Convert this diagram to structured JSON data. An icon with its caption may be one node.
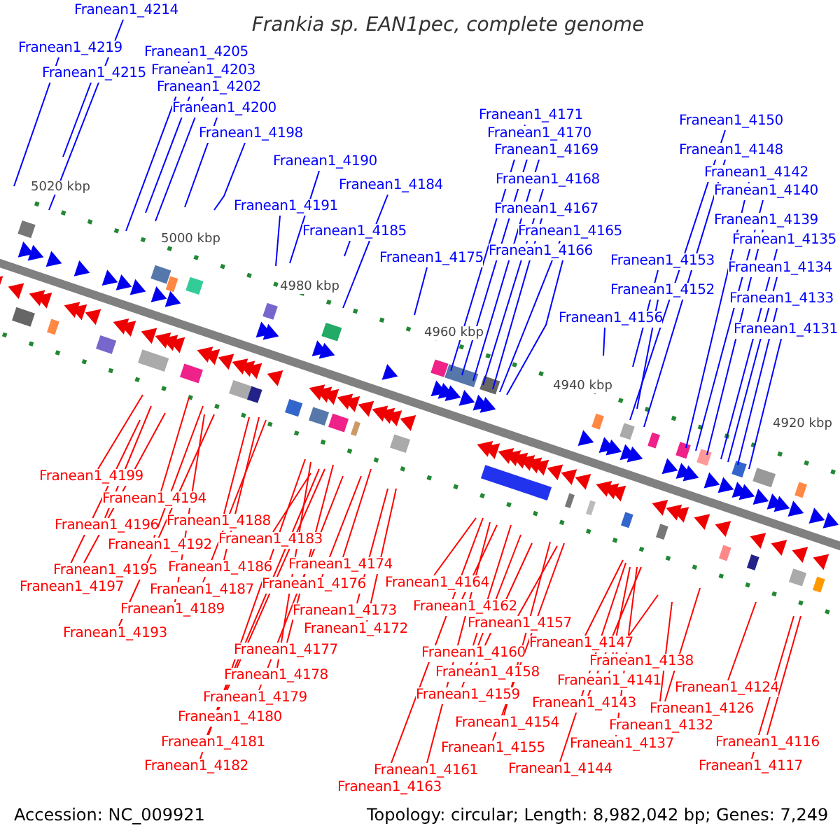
{
  "diagram": {
    "title": "Frankia sp. EAN1pec, complete genome",
    "nodes": [
      {
        "text": [
          "Franean1_4214"
        ]
      },
      {
        "text": [
          "Franean1_4219"
        ]
      },
      {
        "text": [
          "Franean1_4215"
        ]
      },
      {
        "text": [
          "Franean1_4205"
        ]
      },
      {
        "text": [
          "Franean1_4203"
        ]
      },
      {
        "text": [
          "Franean1_4202"
        ]
      },
      {
        "text": [
          "Franean1_4200"
        ]
      },
      {
        "text": [
          "Franean1_4198"
        ]
      },
      {
        "text": [
          "Franean1_4190"
        ]
      },
      {
        "text": [
          "Franean1_4191"
        ]
      },
      {
        "text": [
          "Franean1_4184"
        ]
      },
      {
        "text": [
          "Franean1_4185"
        ]
      },
      {
        "text": [
          "Franean1_4175"
        ]
      },
      {
        "text": [
          "Franean1_4171"
        ]
      },
      {
        "text": [
          "Franean1_4170"
        ]
      },
      {
        "text": [
          "Franean1_4169"
        ]
      },
      {
        "text": [
          "Franean1_4168"
        ]
      },
      {
        "text": [
          "Franean1_4167"
        ]
      },
      {
        "text": [
          "Franean1_4165"
        ]
      },
      {
        "text": [
          "Franean1_4166"
        ]
      },
      {
        "text": [
          "Franean1_4153"
        ]
      },
      {
        "text": [
          "Franean1_4152"
        ]
      },
      {
        "text": [
          "Franean1_4156"
        ]
      },
      {
        "text": [
          "Franean1_4150"
        ]
      },
      {
        "text": [
          "Franean1_4148"
        ]
      },
      {
        "text": [
          "Franean1_4142"
        ]
      },
      {
        "text": [
          "Franean1_4140"
        ]
      },
      {
        "text": [
          "Franean1_4139"
        ]
      },
      {
        "text": [
          "Franean1_4135"
        ]
      },
      {
        "text": [
          "Franean1_4134"
        ]
      },
      {
        "text": [
          "Franean1_4133"
        ]
      },
      {
        "text": [
          "Franean1_4131"
        ]
      },
      {
        "text": [
          "Franean1_4199"
        ]
      },
      {
        "text": [
          "Franean1_4194"
        ]
      },
      {
        "text": [
          "Franean1_4196"
        ]
      },
      {
        "text": [
          "Franean1_4192"
        ]
      },
      {
        "text": [
          "Franean1_4188"
        ]
      },
      {
        "text": [
          "Franean1_4183"
        ]
      },
      {
        "text": [
          "Franean1_4195"
        ]
      },
      {
        "text": [
          "Franean1_4186"
        ]
      },
      {
        "text": [
          "Franean1_4197"
        ]
      },
      {
        "text": [
          "Franean1_4187"
        ]
      },
      {
        "text": [
          "Franean1_4174"
        ]
      },
      {
        "text": [
          "Franean1_4176"
        ]
      },
      {
        "text": [
          "Franean1_4189"
        ]
      },
      {
        "text": [
          "Franean1_4193"
        ]
      },
      {
        "text": [
          "Franean1_4173"
        ]
      },
      {
        "text": [
          "Franean1_4172"
        ]
      },
      {
        "text": [
          "Franean1_4177"
        ]
      },
      {
        "text": [
          "Franean1_4178"
        ]
      },
      {
        "text": [
          "Franean1_4179"
        ]
      },
      {
        "text": [
          "Franean1_4180"
        ]
      },
      {
        "text": [
          "Franean1_4181"
        ]
      },
      {
        "text": [
          "Franean1_4182"
        ]
      },
      {
        "text": [
          "Franean1_4164"
        ]
      },
      {
        "text": [
          "Franean1_4162"
        ]
      },
      {
        "text": [
          "Franean1_4157"
        ]
      },
      {
        "text": [
          "Franean1_4160"
        ]
      },
      {
        "text": [
          "Franean1_4147"
        ]
      },
      {
        "text": [
          "Franean1_4158"
        ]
      },
      {
        "text": [
          "Franean1_4138"
        ]
      },
      {
        "text": [
          "Franean1_4159"
        ]
      },
      {
        "text": [
          "Franean1_4141"
        ]
      },
      {
        "text": [
          "Franean1_4143"
        ]
      },
      {
        "text": [
          "Franean1_4154"
        ]
      },
      {
        "text": [
          "Franean1_4132"
        ]
      },
      {
        "text": [
          "Franean1_4126"
        ]
      },
      {
        "text": [
          "Franean1_4124"
        ]
      },
      {
        "text": [
          "Franean1_4155"
        ]
      },
      {
        "text": [
          "Franean1_4137"
        ]
      },
      {
        "text": [
          "Franean1_4116"
        ]
      },
      {
        "text": [
          "Franean1_4161"
        ]
      },
      {
        "text": [
          "Franean1_4144"
        ]
      },
      {
        "text": [
          "Franean1_4117"
        ]
      },
      {
        "text": [
          "Franean1_4163"
        ]
      }
    ],
    "edges": [
      {
        "from": 0,
        "to": null,
        "arrow": "none",
        "color": "#0000ff"
      },
      {
        "from": 1,
        "to": null,
        "arrow": "none",
        "color": "#0000ff"
      },
      {
        "from": 2,
        "to": null,
        "arrow": "none",
        "color": "#0000ff"
      },
      {
        "from": 3,
        "to": null,
        "arrow": "none",
        "color": "#0000ff"
      },
      {
        "from": 4,
        "to": null,
        "arrow": "none",
        "color": "#0000ff"
      },
      {
        "from": 5,
        "to": null,
        "arrow": "none",
        "color": "#0000ff"
      },
      {
        "from": 6,
        "to": null,
        "arrow": "none",
        "color": "#0000ff"
      },
      {
        "from": 7,
        "to": null,
        "arrow": "none",
        "color": "#0000ff"
      },
      {
        "from": 8,
        "to": null,
        "arrow": "none",
        "color": "#0000ff"
      },
      {
        "from": 9,
        "to": null,
        "arrow": "none",
        "color": "#0000ff"
      },
      {
        "from": 10,
        "to": null,
        "arrow": "none",
        "color": "#0000ff"
      },
      {
        "from": 11,
        "to": null,
        "arrow": "none",
        "color": "#0000ff"
      },
      {
        "from": 12,
        "to": null,
        "arrow": "none",
        "color": "#0000ff"
      },
      {
        "from": 13,
        "to": null,
        "arrow": "none",
        "color": "#0000ff"
      },
      {
        "from": 14,
        "to": null,
        "arrow": "none",
        "color": "#0000ff"
      },
      {
        "from": 15,
        "to": null,
        "arrow": "none",
        "color": "#0000ff"
      },
      {
        "from": 16,
        "to": null,
        "arrow": "none",
        "color": "#0000ff"
      },
      {
        "from": 17,
        "to": null,
        "arrow": "none",
        "color": "#0000ff"
      },
      {
        "from": 18,
        "to": null,
        "arrow": "none",
        "color": "#0000ff"
      },
      {
        "from": 19,
        "to": null,
        "arrow": "none",
        "color": "#0000ff"
      },
      {
        "from": 20,
        "to": null,
        "arrow": "none",
        "color": "#0000ff"
      },
      {
        "from": 21,
        "to": null,
        "arrow": "none",
        "color": "#0000ff"
      },
      {
        "from": 22,
        "to": null,
        "arrow": "none",
        "color": "#0000ff"
      },
      {
        "from": 23,
        "to": null,
        "arrow": "none",
        "color": "#0000ff"
      },
      {
        "from": 24,
        "to": null,
        "arrow": "none",
        "color": "#0000ff"
      },
      {
        "from": 25,
        "to": null,
        "arrow": "none",
        "color": "#0000ff"
      },
      {
        "from": 26,
        "to": null,
        "arrow": "none",
        "color": "#0000ff"
      },
      {
        "from": 27,
        "to": null,
        "arrow": "none",
        "color": "#0000ff"
      },
      {
        "from": 28,
        "to": null,
        "arrow": "none",
        "color": "#0000ff"
      },
      {
        "from": 29,
        "to": null,
        "arrow": "none",
        "color": "#0000ff"
      },
      {
        "from": 30,
        "to": null,
        "arrow": "none",
        "color": "#0000ff"
      },
      {
        "from": 31,
        "to": null,
        "arrow": "none",
        "color": "#0000ff"
      },
      {
        "from": 32,
        "to": null,
        "arrow": "none"
      },
      {
        "from": 33,
        "to": null,
        "arrow": "none"
      },
      {
        "from": 34,
        "to": null,
        "arrow": "none"
      },
      {
        "from": 35,
        "to": null,
        "arrow": "none"
      },
      {
        "from": 36,
        "to": null,
        "arrow": "none"
      },
      {
        "from": 37,
        "to": null,
        "arrow": "none"
      },
      {
        "from": 38,
        "to": null,
        "arrow": "none"
      },
      {
        "from": 39,
        "to": null,
        "arrow": "none"
      },
      {
        "from": 40,
        "to": null,
        "arrow": "none"
      },
      {
        "from": 41,
        "to": null,
        "arrow": "none"
      },
      {
        "from": 42,
        "to": null,
        "arrow": "none"
      },
      {
        "from": 43,
        "to": null,
        "arrow": "none"
      },
      {
        "from": 44,
        "to": null,
        "arrow": "none"
      },
      {
        "from": 45,
        "to": null,
        "arrow": "none"
      },
      {
        "from": 46,
        "to": null,
        "arrow": "none"
      },
      {
        "from": 47,
        "to": null,
        "arrow": "none"
      },
      {
        "from": 48,
        "to": null,
        "arrow": "none"
      },
      {
        "from": 49,
        "to": null,
        "arrow": "none"
      },
      {
        "from": 50,
        "to": null,
        "arrow": "none"
      },
      {
        "from": 51,
        "to": null,
        "arrow": "none"
      },
      {
        "from": 52,
        "to": null,
        "arrow": "none"
      },
      {
        "from": 53,
        "to": null,
        "arrow": "none"
      },
      {
        "from": 54,
        "to": null,
        "arrow": "none"
      },
      {
        "from": 55,
        "to": null,
        "arrow": "none"
      },
      {
        "from": 56,
        "to": null,
        "arrow": "none"
      },
      {
        "from": 57,
        "to": null,
        "arrow": "none"
      },
      {
        "from": 58,
        "to": null,
        "arrow": "none"
      },
      {
        "from": 59,
        "to": null,
        "arrow": "none"
      },
      {
        "from": 60,
        "to": null,
        "arrow": "none"
      },
      {
        "from": 61,
        "to": null,
        "arrow": "none"
      },
      {
        "from": 62,
        "to": null,
        "arrow": "none"
      },
      {
        "from": 63,
        "to": null,
        "arrow": "none"
      },
      {
        "from": 64,
        "to": null,
        "arrow": "none"
      },
      {
        "from": 65,
        "to": null,
        "arrow": "none"
      },
      {
        "from": 66,
        "to": null,
        "arrow": "none"
      },
      {
        "from": 67,
        "to": null,
        "arrow": "none"
      },
      {
        "from": 68,
        "to": null,
        "arrow": "none"
      },
      {
        "from": 69,
        "to": null,
        "arrow": "none"
      },
      {
        "from": 70,
        "to": null,
        "arrow": "none"
      },
      {
        "from": 71,
        "to": null,
        "arrow": "none"
      },
      {
        "from": 72,
        "to": null,
        "arrow": "none"
      },
      {
        "from": 73,
        "to": null,
        "arrow": "none"
      },
      {
        "from": 74,
        "to": null,
        "arrow": "none"
      }
    ],
    "labels": [
      "5020 kbp",
      "5000 kbp",
      "4980 kbp",
      "4960 kbp",
      "4940 kbp",
      "4920 kbp",
      "Accession: NC_009921",
      "Topology: circular; Length: 8,982,042 bp; Genes: 7,249"
    ]
  }
}
